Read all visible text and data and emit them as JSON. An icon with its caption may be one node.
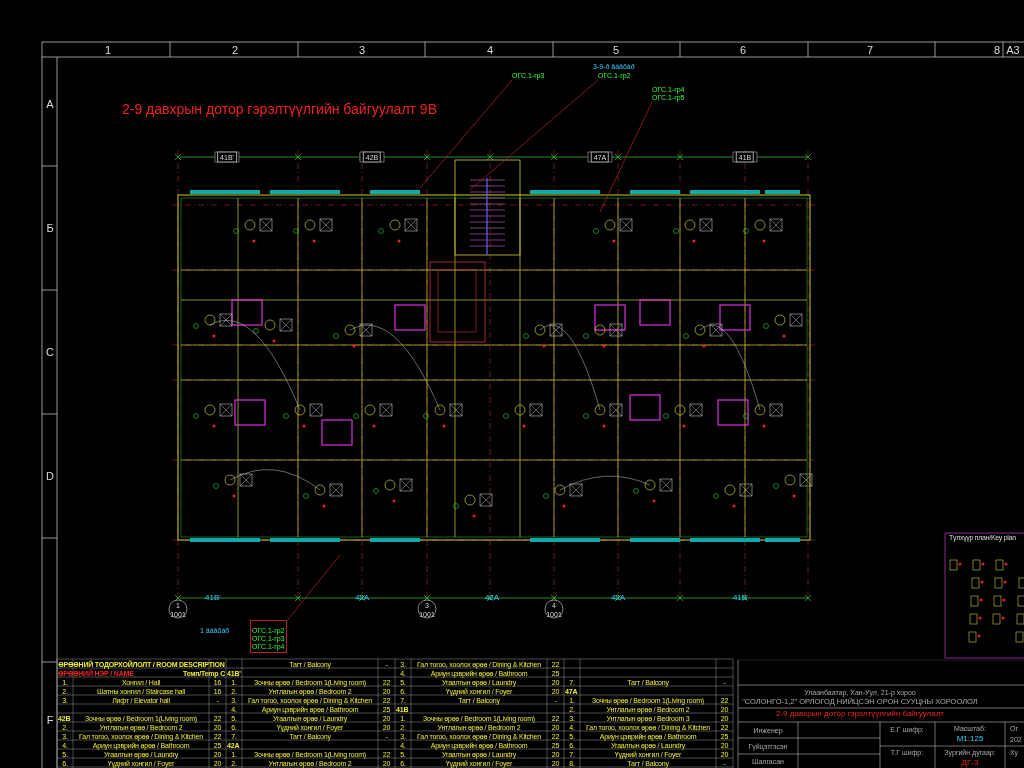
{
  "diagram": {
    "title": "2-9 давхрын дотор гэрэлтүүлгийн байгуулалт 9B",
    "nodes": [
      {
        "text": [
          "ОГС.1-гр3"
        ]
      },
      {
        "text": [
          "ОГС.1-гр2"
        ]
      },
      {
        "text": [
          "ОГС.1-гр4",
          "ОГС.1-гр5"
        ]
      },
      {
        "text": [
          "ОГС.1-гр2",
          "ОГС.1-гр3",
          "ОГС.1-гр4"
        ]
      }
    ],
    "edges": [
      {
        "from": 0,
        "to": null,
        "arrow": "none"
      },
      {
        "from": 1,
        "to": null,
        "arrow": "none"
      },
      {
        "from": 2,
        "to": null,
        "arrow": "none"
      },
      {
        "from": 3,
        "to": null,
        "arrow": "none"
      }
    ],
    "labels": [
      "1",
      "2",
      "3",
      "4",
      "5",
      "6",
      "7",
      "8",
      "A3",
      "A",
      "Б",
      "C",
      "D",
      "F",
      "41B'",
      "42B",
      "47A",
      "41B",
      "41B'",
      "42A",
      "42A",
      "42A",
      "41B",
      "1",
      "1001",
      "3",
      "1001",
      "4",
      "1001",
      "Түлхүүр план/Key plan",
      "3-9-ð äàâõàð",
      "1 äàâõàð",
      "ӨРӨӨНИЙ ТОДОРХОЙЛОЛТ / ROOM DESCRIPTION",
      "Тагт / Balcony",
      "-",
      "3.",
      "Гал тогоо, хоолох өрөө / Dining & Kitchen",
      "22",
      "ӨРӨӨНИЙ НЭР / NAME",
      "Темп/Temp C",
      "41B'",
      "4.",
      "Ариун цэврийн өрөө / Bathroom",
      "25",
      "1.",
      "Хонгил / Hall",
      "16",
      "1.",
      "Зочны өрөө / Bedroom 1(Living room)",
      "22",
      "5.",
      "Угаалгын өрөө / Laundry",
      "20",
      "7.",
      "Тагт / Balcony",
      "-",
      "2.",
      "Шатны хонгил / Staircase hall",
      "16",
      "2.",
      "Унтлагын өрөө / Bedroom 2",
      "20",
      "6.",
      "Үүдний хонгил / Foyer",
      "20",
      "47A",
      "3.",
      "Лифт / Elevator hall",
      "-",
      "3.",
      "Гал тогоо, хоолох өрөө / Dining & Kitchen",
      "22",
      "7.",
      "Тагт / Balcony",
      "-",
      "1.",
      "Зочны өрөө / Bedroom 1(Living room)",
      "22",
      "4.",
      "Ариун цэврийн өрөө / Bathroom",
      "25",
      "41B",
      "2.",
      "Унтлагын өрөө / Bedroom 2",
      "20",
      "42B",
      "Зочны өрөө / Bedroom 1(Living room)",
      "22",
      "5.",
      "Угаалгын өрөө / Laundry",
      "20",
      "1.",
      "Зочны өрөө / Bedroom 1(Living room)",
      "22",
      "3.",
      "Унтлагын өрөө / Bedroom 3",
      "20",
      "2.",
      "Унтлагын өрөө / Bedroom 2",
      "20",
      "6.",
      "Үүдний хонгил / Foyer",
      "20",
      "2.",
      "Унтлагын өрөө / Bedroom 2",
      "20",
      "4.",
      "Гал тогоо, хоолох өрөө / Dining & Kitchen",
      "22",
      "3.",
      "Гал тогоо, хоолох өрөө / Dining & Kitchen",
      "22",
      "7.",
      "Тагт / Balcony",
      "-",
      "3.",
      "Гал тогоо, хоолох өрөө / Dining & Kitchen",
      "22",
      "5.",
      "Ариун цэврийн өрөө / Bathroom",
      "25",
      "4.",
      "Ариун цэврийн өрөө / Bathroom",
      "25",
      "42A",
      "4.",
      "Ариун цэврийн өрөө / Bathroom",
      "25",
      "6.",
      "Угаалгын өрөө / Laundry",
      "20",
      "5.",
      "Угаалгын өрөө / Laundry",
      "20",
      "1.",
      "Зочны өрөө / Bedroom 1(Living room)",
      "22",
      "5.",
      "Угаалгын өрөө / Laundry",
      "20",
      "7.",
      "Үүдний хонгил / Foyer",
      "20",
      "6.",
      "Үүдний хонгил / Foyer",
      "20",
      "2.",
      "Унтлагын өрөө / Bedroom 2",
      "20",
      "6.",
      "Үүдний хонгил / Foyer",
      "20",
      "8.",
      "Тагт / Balcony",
      "-",
      "Улаанбаатар, Хан-Уул, 21-р хороо",
      "\"СОЛОНГО-1,2\" ОРЛОГОД НИЙЦСЭН ОРОН СУУЦНЫ ХОРООЛОЛ",
      "2-9 давхрын дотор гэрэлтүүлгийн байгуулалт",
      "Инженер",
      "Гүйцэтгэсэн",
      "Шалгасан",
      "Е.Г шифр:",
      "Масштаб:",
      "M1:125",
      "Т.Г шифр:",
      "Зургийн дугаар:",
      "ДГ-3",
      "Ог",
      "202",
      "Ху"
    ]
  }
}
